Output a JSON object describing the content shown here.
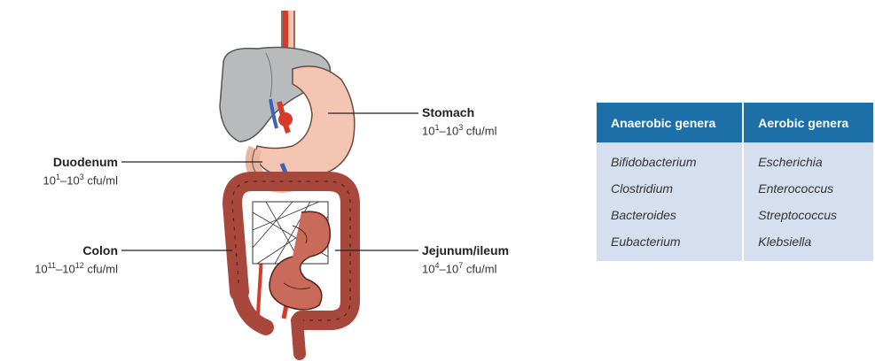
{
  "labels": {
    "stomach": {
      "name": "Stomach",
      "base1": "10",
      "exp1": "1",
      "sep": "–",
      "base2": "10",
      "exp2": "3",
      "unit": " cfu/ml"
    },
    "duodenum": {
      "name": "Duodenum",
      "base1": "10",
      "exp1": "1",
      "sep": "–",
      "base2": "10",
      "exp2": "3",
      "unit": " cfu/ml"
    },
    "colon": {
      "name": "Colon",
      "base1": "10",
      "exp1": "11",
      "sep": "–",
      "base2": "10",
      "exp2": "12",
      "unit": " cfu/ml"
    },
    "jejunum": {
      "name": "Jejunum/ileum",
      "base1": "10",
      "exp1": "4",
      "sep": "–",
      "base2": "10",
      "exp2": "7",
      "unit": " cfu/ml"
    }
  },
  "table": {
    "headers": [
      "Anaerobic genera",
      "Aerobic genera"
    ],
    "rows": [
      [
        "Bifidobacterium",
        "Escherichia"
      ],
      [
        "Clostridium",
        "Enterococcus"
      ],
      [
        "Bacteroides",
        "Streptococcus"
      ],
      [
        "Eubacterium",
        "Klebsiella"
      ]
    ]
  },
  "colors": {
    "liver": "#b9babc",
    "stomach": "#f3c5b2",
    "colon": "#a8473c",
    "vessel_red": "#d63a2b",
    "vessel_blue": "#3c63b8",
    "table_header": "#1d6fa8",
    "table_body": "#d5dff0"
  }
}
